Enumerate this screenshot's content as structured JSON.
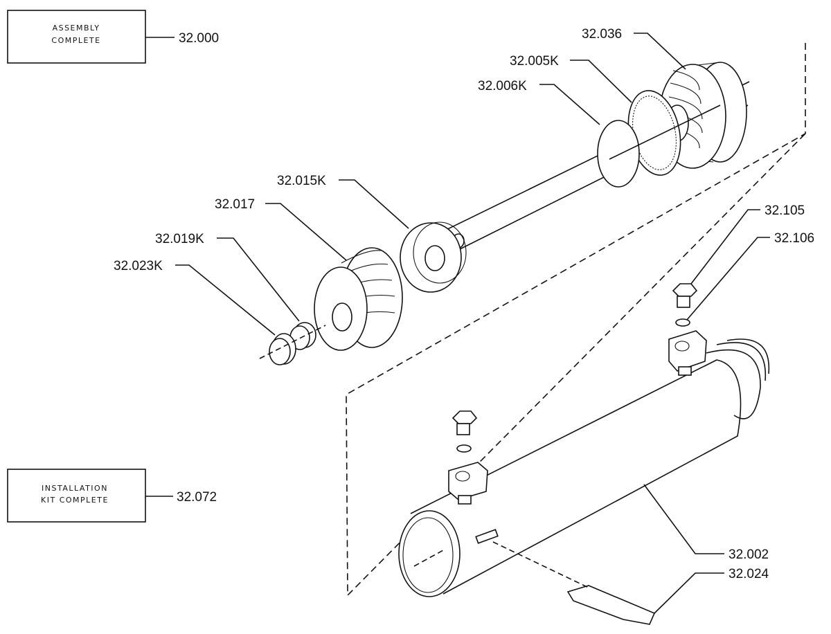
{
  "boxes": {
    "assembly": {
      "line1": "ASSEMBLY",
      "line2": "COMPLETE",
      "part": "32.000"
    },
    "installation": {
      "line1": "INSTALLATION",
      "line2": "KIT COMPLETE",
      "part": "32.072"
    }
  },
  "callouts": {
    "c036": "32.036",
    "c005k": "32.005K",
    "c006k": "32.006K",
    "c015k": "32.015K",
    "c017": "32.017",
    "c019k": "32.019K",
    "c023k": "32.023K",
    "c105": "32.105",
    "c106": "32.106",
    "c002": "32.002",
    "c024": "32.024"
  }
}
